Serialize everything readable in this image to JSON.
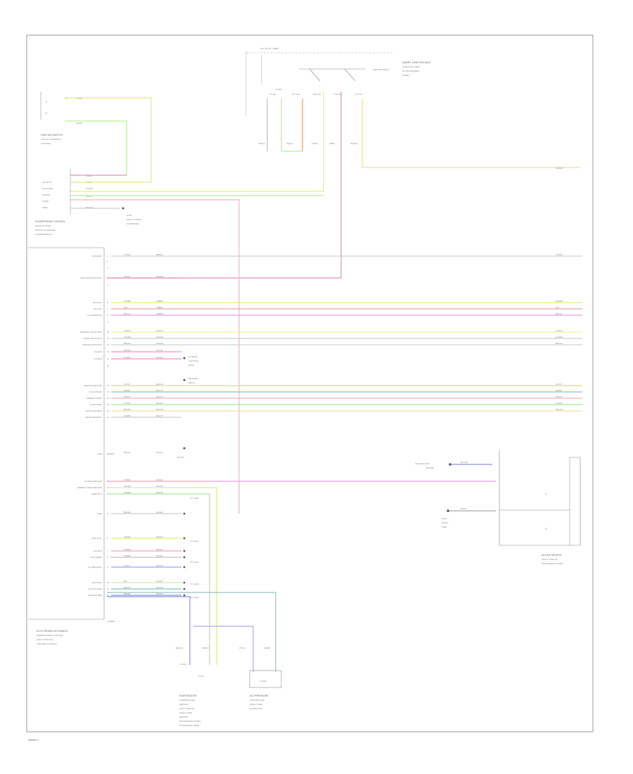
{
  "page": {
    "footer_code": "W0000-0"
  },
  "components": {
    "ign_switch": {
      "title": "IGNITION SWITCH",
      "lines": [
        "(TOP OF STEERING",
        "COLUMN)"
      ],
      "wire_labels": [
        "YE/BK",
        "PK/LB"
      ]
    },
    "fuse_box": {
      "title": "SMART JUNCTION BOX",
      "lines": [
        "(SJB) (LEFT SIDE",
        "OF INSTRUMENT",
        "PANEL)"
      ],
      "relay_label": "IGNITION RELAY",
      "hot_label": "HOT AT ALL TIMES",
      "fuse_labels": [
        "F1 15A",
        "F17 10A",
        "F25 20A",
        "F34 5A",
        "F41 5A"
      ],
      "wire_labels": [
        "BN/LG",
        "BK/LG",
        "YE/LB",
        "LB/PK",
        "WH/GN"
      ]
    },
    "pcm_left": {
      "title": "POWERTRAIN CONTROL",
      "lines": [
        "MODULE (PCM)",
        "(FRONT OF ENGINE",
        "COMPARTMENT)"
      ],
      "pin_labels": [
        "IGN RUN",
        "IGN START",
        "KAPWR",
        "VPWR",
        "VREF"
      ],
      "wire_labels": [
        "PK/LB",
        "YE/BK",
        "GN/WH",
        "YE/LG",
        "BN/WH"
      ]
    },
    "ground_g1": {
      "lines": [
        "G101",
        "(RIGHT FRONT",
        "OF ENGINE)"
      ]
    },
    "main_module": {
      "title": "ELECTRONIC AUTOMATIC",
      "lines": [
        "TEMPERATURE CONTROL",
        "(EATC) MODULE",
        "(CENTER OF DASH)"
      ],
      "pins": [
        {
          "name": "BATTERY",
          "wire": "VT/GN",
          "circuit": "SBP11"
        },
        {
          "name": "",
          "wire": "",
          "circuit": ""
        },
        {
          "name": "",
          "wire": "",
          "circuit": ""
        },
        {
          "name": "IGNITION RUN/START",
          "wire": "YE/LB",
          "circuit": "CDC05"
        },
        {
          "name": "",
          "wire": "",
          "circuit": ""
        },
        {
          "name": "HS-CAN+",
          "wire": "WH/BU",
          "circuit": "VDB06"
        },
        {
          "name": "HS-CAN-",
          "wire": "WH",
          "circuit": "VDB07"
        },
        {
          "name": "ILLUMINATION",
          "wire": "BN/YE",
          "circuit": "VDB08"
        },
        {
          "name": "",
          "wire": "",
          "circuit": ""
        },
        {
          "name": "DEFROST DOOR POS",
          "wire": "GN/OG",
          "circuit": "CDC21"
        },
        {
          "name": "MODE DOOR POS",
          "wire": "GY/WH",
          "circuit": "CDC22"
        },
        {
          "name": "BLEND DOOR POS",
          "wire": "BN/GN",
          "circuit": "CDC23"
        },
        {
          "name": "LIN BUS",
          "wire": "BU/WH",
          "circuit": "CDC31"
        },
        {
          "name": "LIN BUS",
          "wire": "GY/BN",
          "circuit": "CDC32"
        },
        {
          "name": "",
          "wire": "",
          "circuit": ""
        },
        {
          "name": "SENSOR RETURN",
          "wire": "GY/VT",
          "circuit": "RDC12"
        },
        {
          "name": "INCAR TEMP",
          "wire": "BN/BU",
          "circuit": "RDC13"
        },
        {
          "name": "AMBIENT TEMP",
          "wire": "WH/VT",
          "circuit": "RDC14"
        },
        {
          "name": "EVAP TEMP",
          "wire": "VT/OG",
          "circuit": "RDC15"
        },
        {
          "name": "SOLAR SENSOR",
          "wire": "BN/WH",
          "circuit": "RDC16"
        },
        {
          "name": "REAR DEFROST",
          "wire": "OG/BN",
          "circuit": "RDC17"
        }
      ],
      "lower_pins": [
        {
          "name": "GND",
          "wire": "BK/GN",
          "circuit": "GD124"
        },
        {
          "name": "LIN BUS SENSOR",
          "wire": "VT/BN",
          "circuit": "CDC41"
        },
        {
          "name": "AMBIENT TEMP SENSOR",
          "wire": "WH/BU",
          "circuit": "RDC31"
        },
        {
          "name": "TEMP RTN",
          "wire": "GN/WH",
          "circuit": "RDC32"
        },
        {
          "name": "GND",
          "wire": "BK/WH",
          "circuit": "GD125"
        },
        {
          "name": "REF VOLT",
          "wire": "YE/GN",
          "circuit": "RDC33"
        },
        {
          "name": "SIG RTN",
          "wire": "GN/BU",
          "circuit": "RDC34"
        },
        {
          "name": "FAN SPEED",
          "wire": "OG/BU",
          "circuit": "CDC43"
        },
        {
          "name": "AC REQUEST",
          "wire": "VT/GY",
          "circuit": "CDC44"
        },
        {
          "name": "FAN VOLT",
          "wire": "WH",
          "circuit": "CDC45"
        },
        {
          "name": "CLUTCH REQ",
          "wire": "BU/GN",
          "circuit": "CDC46"
        },
        {
          "name": "SENSOR REF",
          "wire": "BU/BN",
          "circuit": "CDC47"
        }
      ],
      "right_labels": [
        "TO G100",
        "TO G101",
        "TO G102",
        "TO G103",
        "TO G104"
      ],
      "side_refs": [
        "CLIMATE",
        "CONTROL",
        "HEAD",
        "BLOWER",
        "RELAY",
        "BLOCK"
      ],
      "conn_labels": [
        "C2280A",
        "C2280B"
      ]
    },
    "sensor_mod": {
      "title": "IN-CAR SENSOR",
      "lines": [
        "(RIGHT SIDE OF",
        "INSTRUMENT PANEL)"
      ],
      "wire_labels": [
        "BU/WH",
        "BN/GY"
      ],
      "ref_labels": [
        "SEE GROUND",
        "DISTRIB",
        "G201",
        "RIGHT",
        "SIDE"
      ],
      "pins": [
        "1",
        "2"
      ]
    },
    "bottom_left": {
      "title": "EVAPORATOR",
      "lines": [
        "TEMPERATURE",
        "SENSOR",
        "(LEFT SIDE OF",
        "HVAC CASE)",
        "(BEHIND",
        "INSTRUMENT PANEL)",
        "(PASSENGER SIDE)"
      ],
      "wire_labels": [
        "BU/WH",
        "BN/GY"
      ],
      "conn": "C4123"
    },
    "bottom_right": {
      "title": "A/C PRESSURE",
      "lines": [
        "TRANSDUCER",
        "(RIGHT SIDE",
        "OF ENGINE)"
      ],
      "wire_labels": [
        "VT/GY",
        "BU/BN"
      ],
      "conn": "C1023"
    }
  }
}
